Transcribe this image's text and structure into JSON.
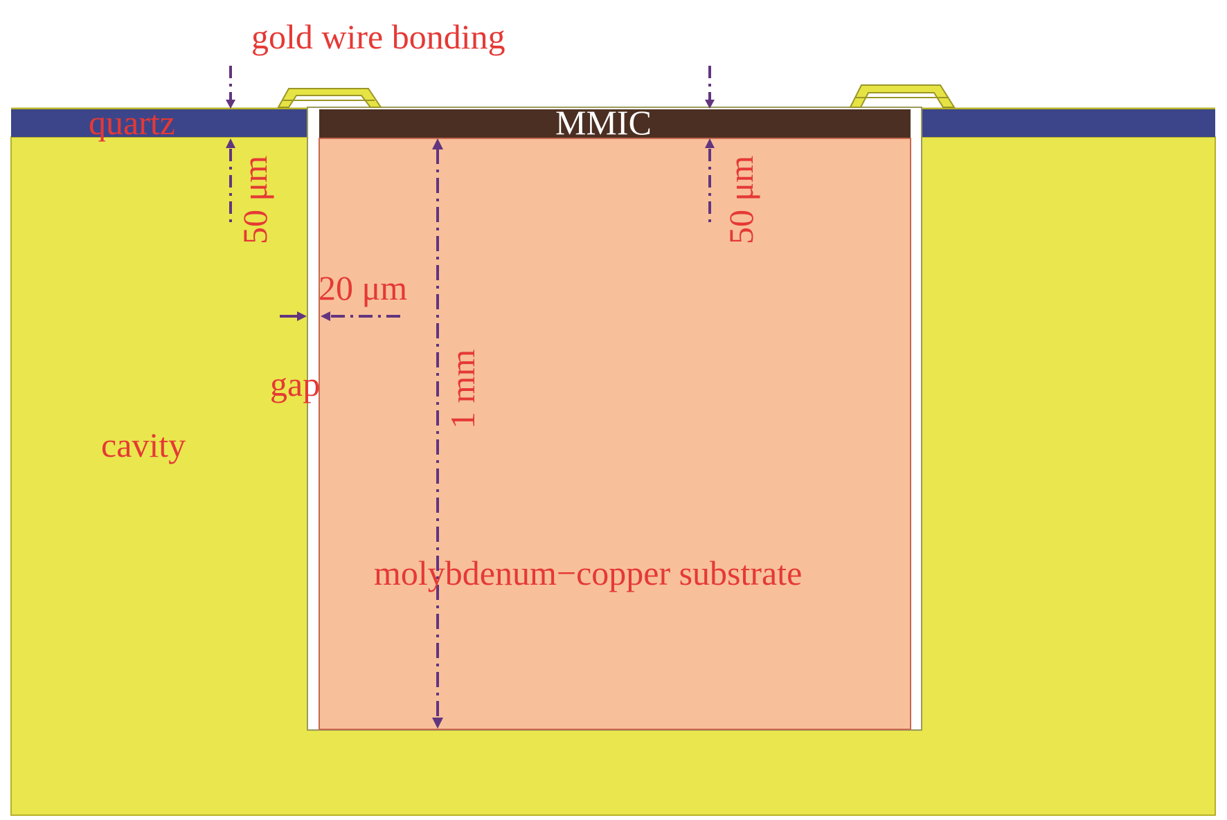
{
  "labels": {
    "gold_wire_bonding": "gold wire bonding",
    "quartz": "quartz",
    "mmic": "MMIC",
    "left_thickness": "50 μm",
    "right_thickness": "50 μm",
    "gap_width": "20 μm",
    "gap": "gap",
    "cavity": "cavity",
    "substrate_height": "1 mm",
    "substrate": "molybdenum−copper substrate"
  },
  "colors": {
    "cavity": "#e9e64e",
    "cavity_edge": "#b5b226",
    "quartz": "#3c4589",
    "mmic": "#4b2f22",
    "substrate": "#f7c09b",
    "substrate_edge": "#c9684e",
    "gap": "#ffffff",
    "wire": "#e6e445",
    "wire_edge": "#9a9626",
    "label_red": "#e53935",
    "label_white": "#ffffff",
    "dimension": "#62357f"
  }
}
